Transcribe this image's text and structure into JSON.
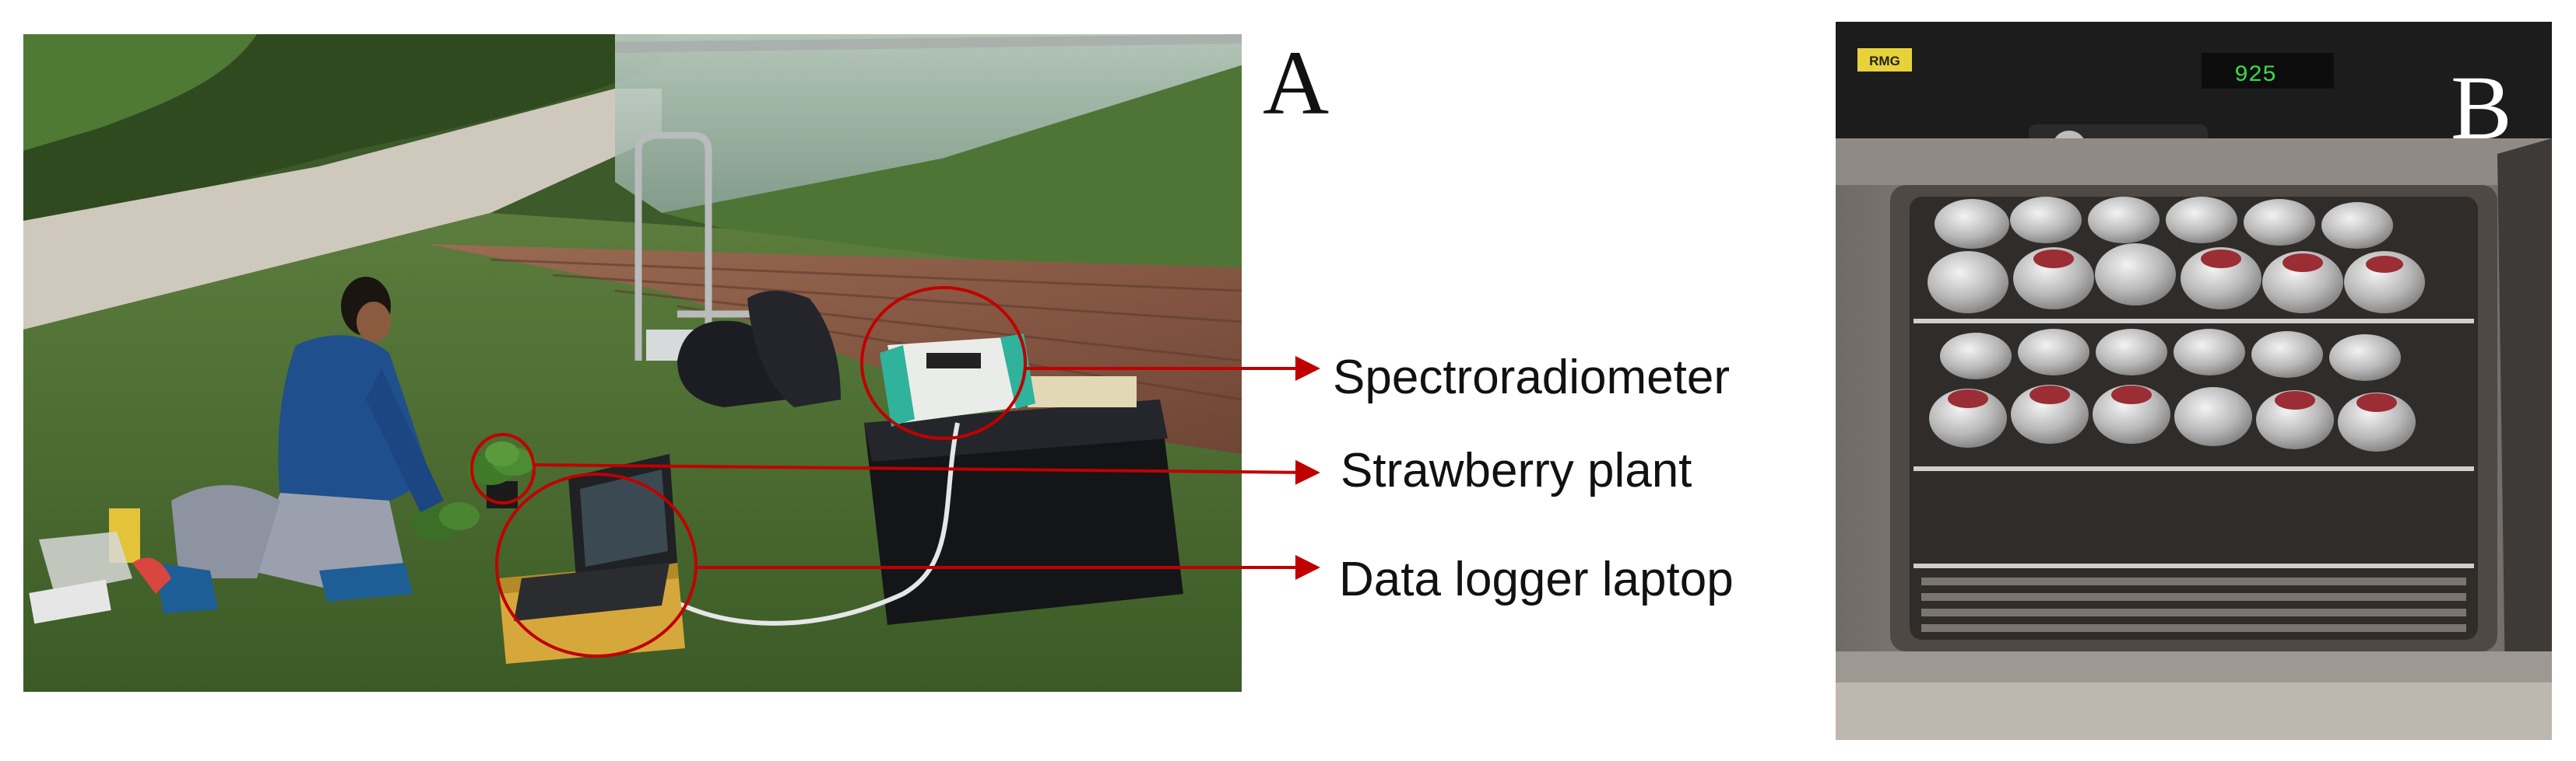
{
  "figure": {
    "panel_a": {
      "letter": "A",
      "callouts": [
        {
          "id": "spectroradiometer",
          "label": "Spectroradiometer"
        },
        {
          "id": "strawberry-plant",
          "label": "Strawberry plant"
        },
        {
          "id": "data-logger-laptop",
          "label": "Data logger laptop"
        }
      ]
    },
    "panel_b": {
      "letter": "B",
      "oven_display": "925",
      "oven_badge": "RMG"
    },
    "colors": {
      "annotation": "#c00000",
      "grass": "#4b6b34",
      "deck": "#8a5a44",
      "oven_steel": "#8c8781",
      "foil": "#c9c9c9"
    }
  }
}
